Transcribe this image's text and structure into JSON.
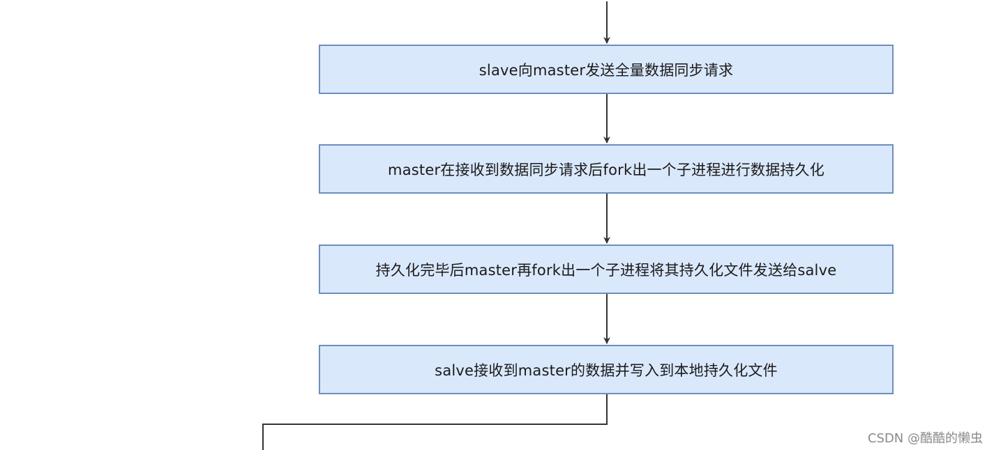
{
  "diagram": {
    "steps": [
      {
        "label": "slave向master发送全量数据同步请求"
      },
      {
        "label": "master在接收到数据同步请求后fork出一个子进程进行数据持久化"
      },
      {
        "label": "持久化完毕后master再fork出一个子进程将其持久化文件发送给salve"
      },
      {
        "label": "salve接收到master的数据并写入到本地持久化文件"
      }
    ],
    "colors": {
      "box_fill": "#dae8fc",
      "box_border": "#6c8ebf",
      "connector": "#333333"
    }
  },
  "watermark": "CSDN @酷酷的懒虫"
}
